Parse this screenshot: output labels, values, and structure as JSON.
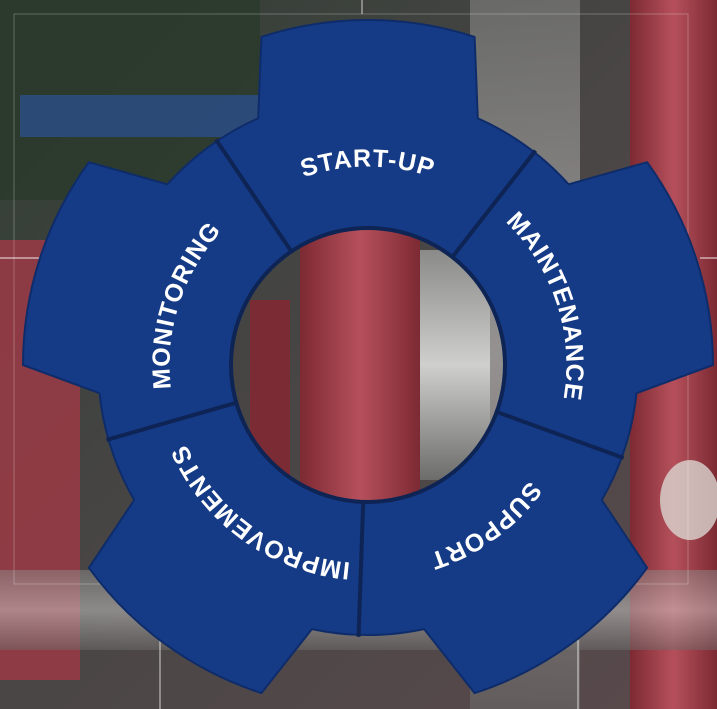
{
  "diagram": {
    "segments": [
      {
        "id": "start-up",
        "label": "START-UP"
      },
      {
        "id": "maintenance",
        "label": "MAINTENANCE"
      },
      {
        "id": "support",
        "label": "SUPPORT"
      },
      {
        "id": "improvements",
        "label": "IMPROVEMENTS"
      },
      {
        "id": "monitoring",
        "label": "MONITORING"
      }
    ],
    "colors": {
      "gear_fill": "#153a86",
      "gear_stroke": "#0f2c6a",
      "divider": "#0e2455",
      "label": "#ffffff",
      "background_dark": "#3b3b3b",
      "background_red": "#a23a45"
    }
  }
}
